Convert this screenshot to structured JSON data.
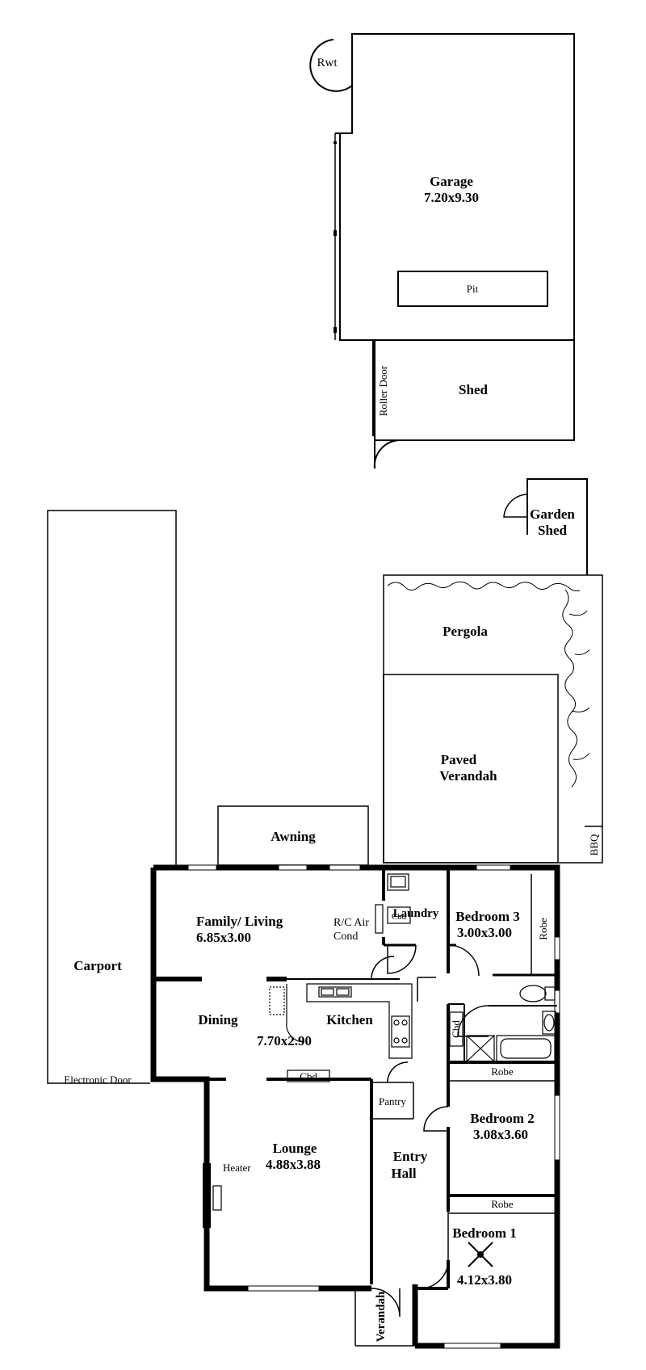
{
  "labels": {
    "rwt": "Rwt",
    "garage": "Garage",
    "garage_dims": "7.20x9.30",
    "pit": "Pit",
    "roller_door": "Roller Door",
    "shed": "Shed",
    "garden_shed_1": "Garden",
    "garden_shed_2": "Shed",
    "pergola": "Pergola",
    "paved_verandah_1": "Paved",
    "paved_verandah_2": "Verandah",
    "awning": "Awning",
    "bbq": "BBQ",
    "carport": "Carport",
    "electronic_door": "Electronic Door",
    "family_living": "Family/ Living",
    "family_living_dims": "6.85x3.00",
    "rc_air_1": "R/C Air",
    "rc_air_2": "Cond",
    "laundry": "Laundry",
    "cbd_laundry": "Cbd",
    "bedroom3": "Bedroom 3",
    "bedroom3_dims": "3.00x3.00",
    "robe_b3": "Robe",
    "dining": "Dining",
    "kitchen": "Kitchen",
    "dining_kitchen_dims": "7.70x2.90",
    "cbd_kitchen": "Cbd",
    "cbd_bath": "Cbd",
    "robe_b2": "Robe",
    "pantry": "Pantry",
    "bedroom2": "Bedroom 2",
    "bedroom2_dims": "3.08x3.60",
    "lounge": "Lounge",
    "lounge_dims": "4.88x3.88",
    "heater": "Heater",
    "entry_1": "Entry",
    "entry_2": "Hall",
    "robe_b1": "Robe",
    "bedroom1": "Bedroom 1",
    "bedroom1_dims": "4.12x3.80",
    "verandah": "Verandah"
  },
  "icons": {
    "ceiling_fan": "ceiling-fan-icon",
    "toilet": "toilet-icon",
    "basin": "basin-icon",
    "bath": "bath-icon",
    "shower": "shower-icon",
    "stove": "stove-icon",
    "sink": "sink-icon",
    "laundry_tub": "laundry-tub-icon",
    "rainwater_tank": "rainwater-tank-icon"
  }
}
